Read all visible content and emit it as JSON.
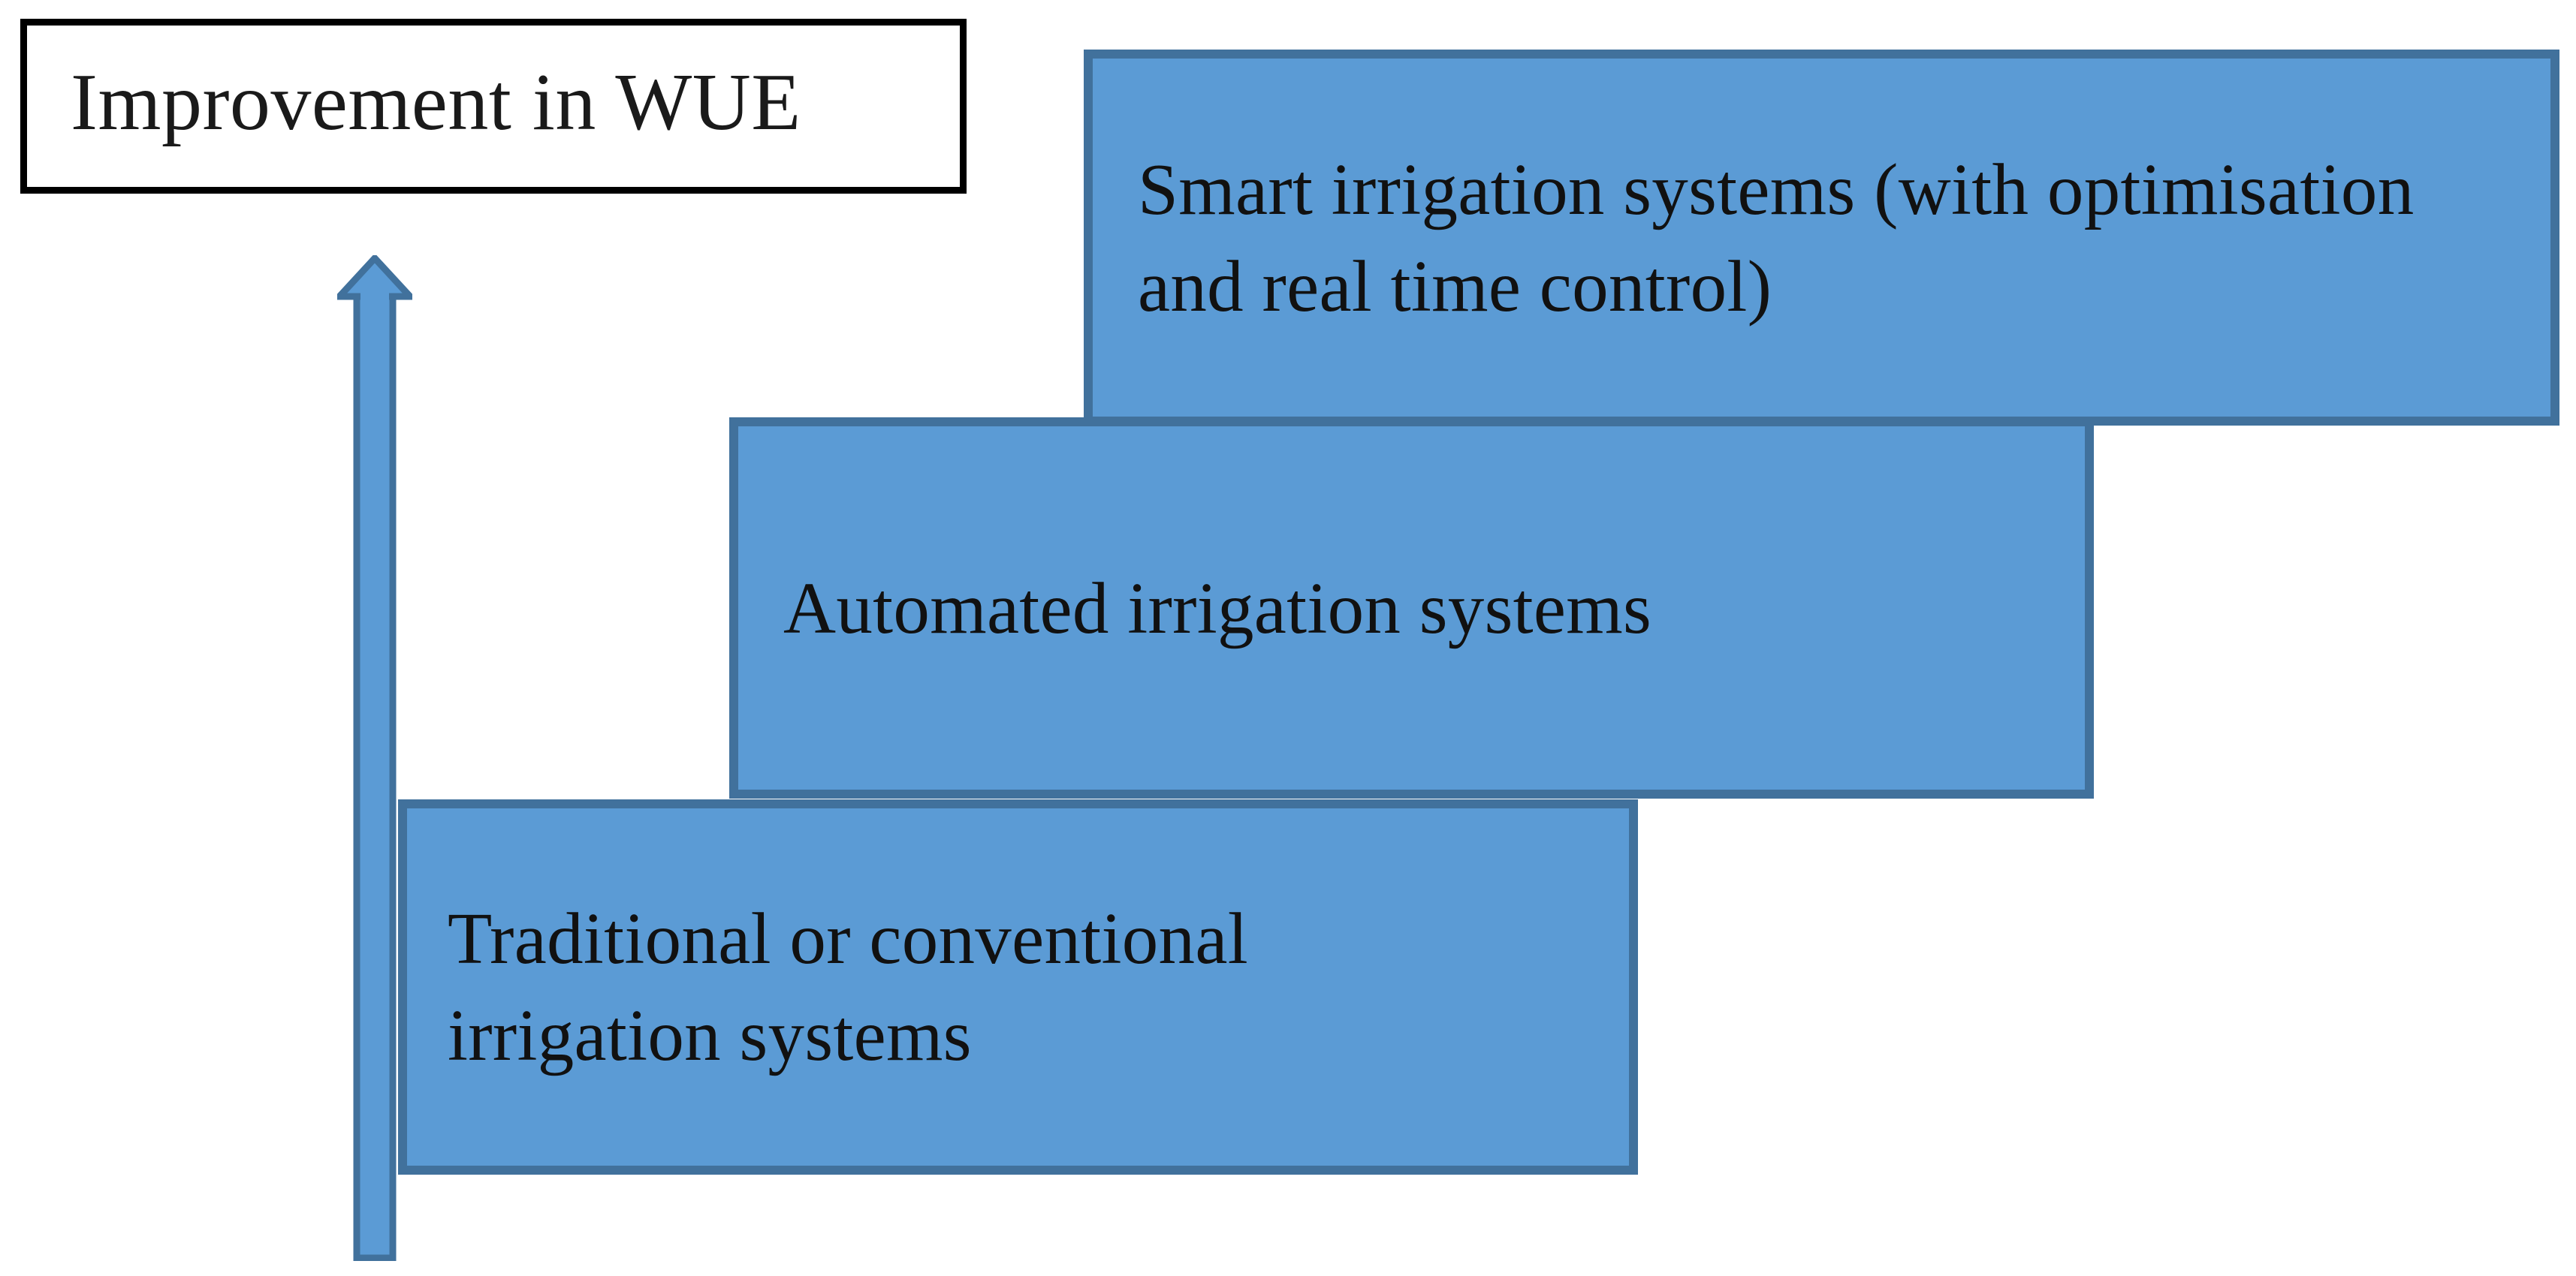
{
  "diagram": {
    "type": "stair-step-progression",
    "axis_label": {
      "text": "Improvement in WUE",
      "border_color": "#000000",
      "background_color": "#FFFFFF",
      "text_color": "#1A1A1A"
    },
    "arrow": {
      "icon": "up-arrow-icon",
      "direction": "up",
      "fill_color": "#5B9BD5",
      "border_color": "#41719C",
      "meaning": "increasing improvement in WUE"
    },
    "steps": [
      {
        "level": 1,
        "position": "bottom",
        "label": "Traditional or conventional irrigation systems",
        "fill_color": "#5B9BD5",
        "border_color": "#41719C"
      },
      {
        "level": 2,
        "position": "middle",
        "label": "Automated irrigation systems",
        "fill_color": "#5B9BD5",
        "border_color": "#41719C"
      },
      {
        "level": 3,
        "position": "top",
        "label": "Smart irrigation systems (with optimisation and real time control)",
        "fill_color": "#5B9BD5",
        "border_color": "#41719C"
      }
    ]
  }
}
